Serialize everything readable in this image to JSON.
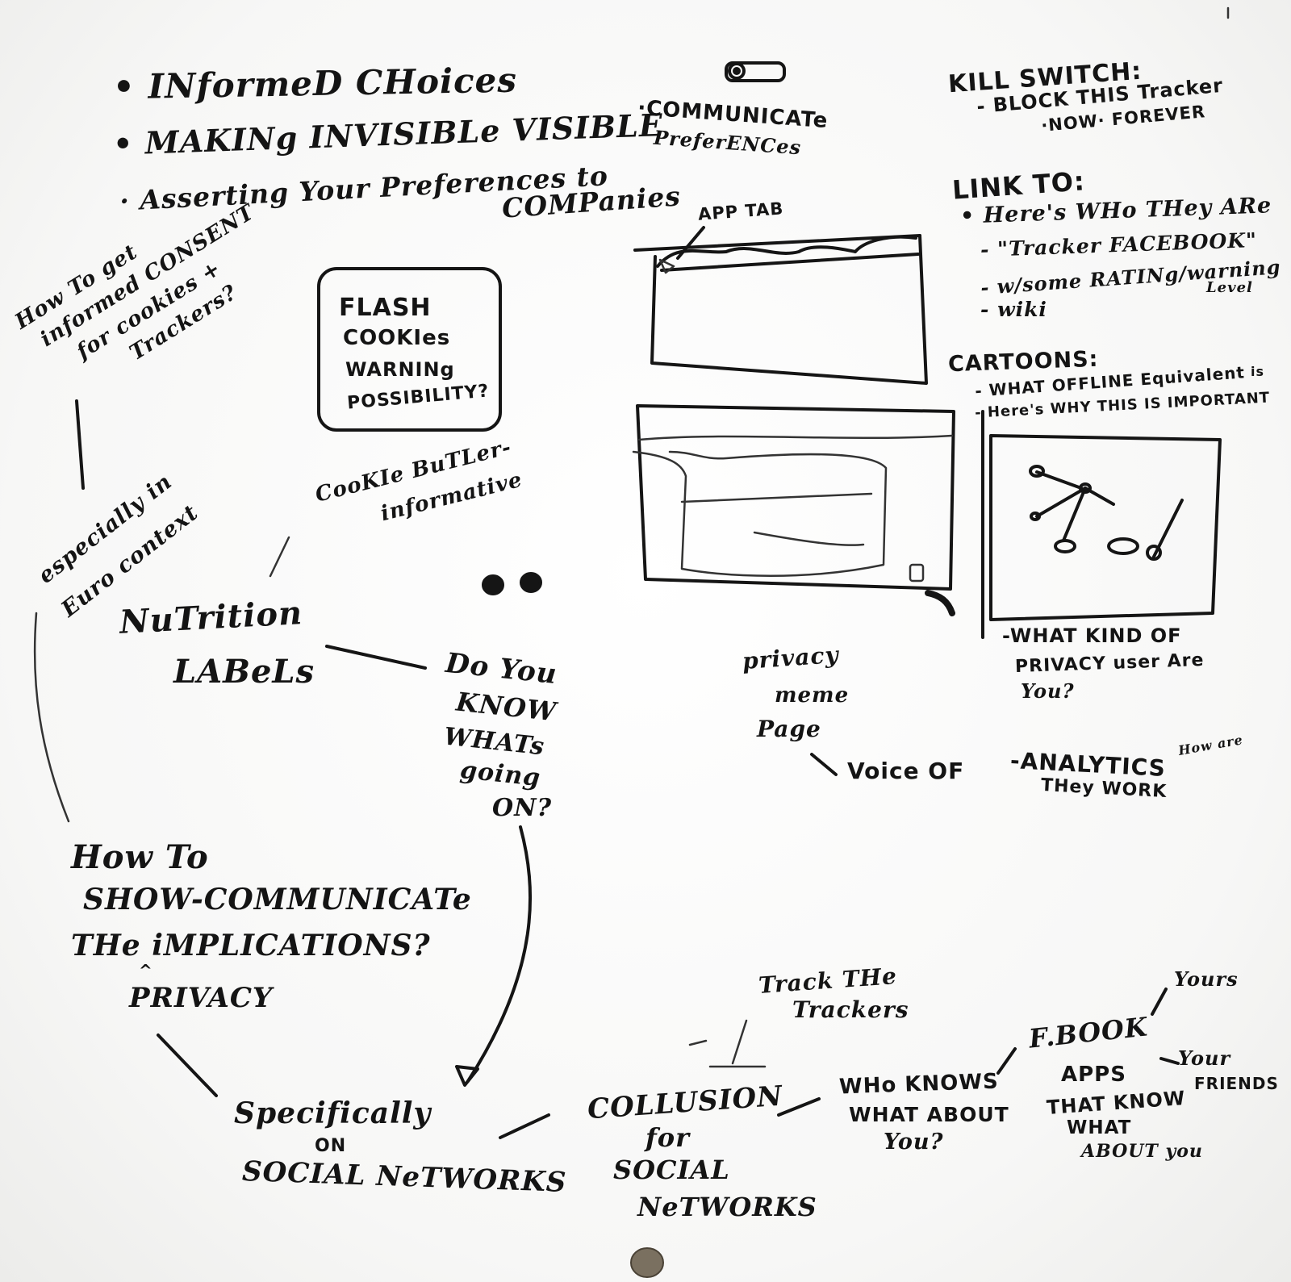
{
  "bullets": {
    "b1": "• INformeD CHoices",
    "b2": "• MAKINg INVISIBLe VISIBLE",
    "b3": "· Asserting Your Preferences to",
    "b3_cont": "COMPanies"
  },
  "communicate": {
    "line1": "·COMMUNICATe",
    "line2": "PreferENCes"
  },
  "kill_switch": {
    "title": "KILL SWITCH:",
    "line1": "- BLOCK THIS Tracker",
    "line2": "·NOW· FOREVER"
  },
  "link_to": {
    "title": "LINK TO:",
    "line1": "• Here's WHo THey ARe",
    "line2": "- \"Tracker FACEBOOK\"",
    "line3": "- w/some RATINg/warning",
    "line3b": "Level",
    "line4": "- wiki"
  },
  "cartoons": {
    "title": "CARTOONS:",
    "line1": "- WHAT OFFLINE Equivalent",
    "line1b": "is",
    "line2": "- Here's WHY THIS IS IMPORTANT"
  },
  "app_tab": "APP TAB",
  "consent": {
    "line1": "How To get",
    "line2": "informed CONSENT",
    "line3": "for cookies +",
    "line4": "Trackers?"
  },
  "flash": {
    "line1": "FLASH",
    "line2": "COOKIes",
    "line3": "WARNINg",
    "line4": "POSSIBILITY?"
  },
  "cookie_butler": {
    "line1": "CooKIe BuTLer-",
    "line2": "informative"
  },
  "euro": {
    "line1": "especially in",
    "line2": "Euro context"
  },
  "nutrition": {
    "line1": "NuTrition",
    "line2": "LABeLs"
  },
  "do_you_know": {
    "line1": "Do You",
    "line2": "KNOW",
    "line3": "WHATs",
    "line4": "going",
    "line5": "ON?"
  },
  "privacy_meme": {
    "line1": "privacy",
    "line2": "meme",
    "line3": "Page"
  },
  "voice_of": "Voice OF",
  "what_kind": {
    "line1": "-WHAT KIND OF",
    "line2": "PRIVACY user Are",
    "line3": "You?"
  },
  "analytics": {
    "line1": "-ANALYTICS",
    "line1b": "How are",
    "line2": "THey WORK"
  },
  "how_to_show": {
    "line1": "How   To",
    "line2": "SHOW-COMMUNICATe",
    "line3": "THe  iMPLICATIONS?",
    "line4": "PRIVACY"
  },
  "specifically": {
    "line1": "Specifically",
    "line2": "ON",
    "line3": "SOCIAL NeTWORKS"
  },
  "collusion": {
    "line1": "COLLUSION",
    "line2": "for",
    "line3": "SOCIAL",
    "line4": "NeTWORKS"
  },
  "track_trackers": {
    "line1": "Track THe",
    "line2": "Trackers"
  },
  "who_knows": {
    "line1": "WHo KNOWS",
    "line2": "WHAT ABOUT",
    "line3": "You?"
  },
  "fbook": {
    "line1": "F.BOOK",
    "line2": "APPS",
    "line3": "THAT KNOW",
    "line4": "WHAT",
    "line5": "ABOUT you",
    "yours": "Yours",
    "your_friends_1": "Your",
    "your_friends_2": "FRIENDS"
  }
}
